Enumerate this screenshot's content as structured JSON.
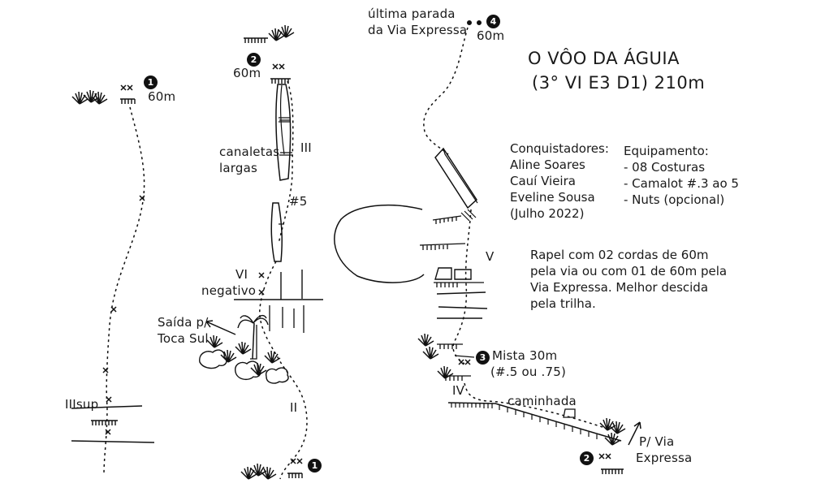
{
  "title": {
    "line1": "O VÔO DA ÁGUIA",
    "line2": "(3° VI E3 D1) 210m"
  },
  "conquistadores": {
    "heading": "Conquistadores:",
    "names": [
      "Aline Soares",
      "Cauí Vieira",
      "Eveline Sousa",
      "(Julho 2022)"
    ]
  },
  "equipamento": {
    "heading": "Equipamento:",
    "items": [
      "- 08 Costuras",
      "- Camalot #.3 ao 5",
      "- Nuts (opcional)"
    ]
  },
  "rapel_note": [
    "Rapel com 02 cordas de 60m",
    "pela via ou com 01 de 60m pela",
    "Via Expressa. Melhor descida",
    "pela trilha."
  ],
  "left_topo": {
    "anchor_number": "1",
    "length": "60m",
    "grade_label": "IIIsup"
  },
  "middle_topo": {
    "anchor_bottom": "1",
    "anchor_top": "2",
    "length_top": "60m",
    "grade_III": "III",
    "grade_II": "II",
    "grade_VI": "VI",
    "negativo": "negativo",
    "canaletas": [
      "canaletas",
      "largas"
    ],
    "gear_note": "#5",
    "exit_note": [
      "Saída p/",
      "Toca Sul"
    ]
  },
  "right_topo": {
    "top_note": [
      "última parada",
      "da Via Expressa"
    ],
    "anchor_top": "4",
    "length_top": "60m",
    "grade_V": "V",
    "grade_IV": "IV",
    "anchor_mista": "3",
    "mista": [
      "Mista 30m",
      "(#.5 ou .75)"
    ],
    "caminhada": "caminhada",
    "anchor_bottom": "2",
    "exit_note": [
      "P/ Via",
      "Expressa"
    ]
  }
}
